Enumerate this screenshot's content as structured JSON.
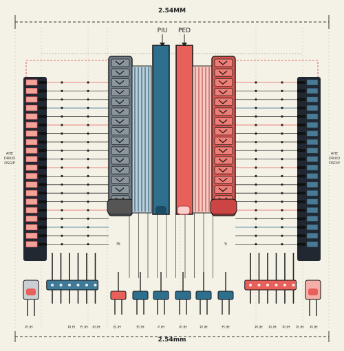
{
  "dimension_top": "2.54MM",
  "dimension_bottom": "2.54mm",
  "label_piu": "PIU",
  "label_ped": "PED",
  "side_label_left": [
    "AHE",
    "DRIUD",
    "DSGIP"
  ],
  "side_label_right": [
    "AHE",
    "DRIUD",
    "DSOIP"
  ],
  "mid_label_left": "IS",
  "mid_label_right": "S",
  "bottom_labels": [
    "PI IH",
    "PI FI",
    "FI IH",
    "PI IH",
    "IS IH",
    "FI IH",
    "P IH",
    "PI IH",
    "PI IH",
    "FI IH",
    "PI IH",
    "PI IH",
    "PI IH",
    "PI IH",
    "PI IH"
  ],
  "colors": {
    "background": "#f4f1e6",
    "dark": "#222831",
    "blue": "#2e6f8e",
    "red": "#e8605a",
    "pink": "#f2a39a",
    "gray": "#6f7c85",
    "accent_red": "#e23b3b"
  }
}
